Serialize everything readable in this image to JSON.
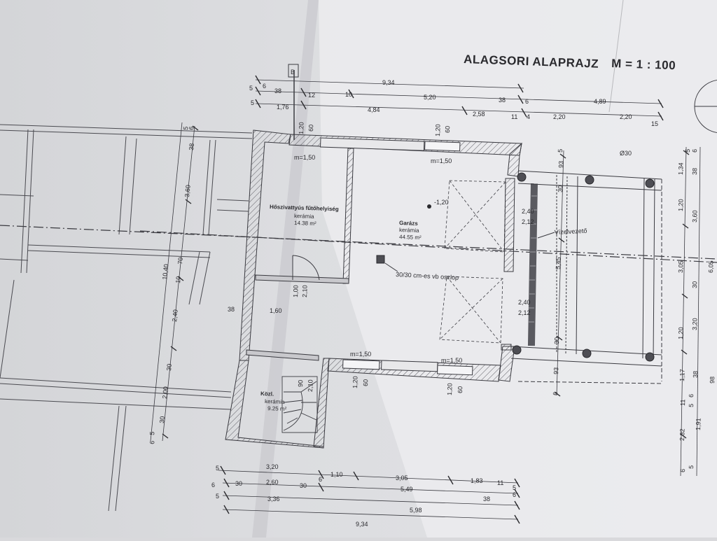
{
  "title": "ALAGSORI ALAPRAJZ",
  "scale": "M = 1 : 100",
  "section_mark": "B",
  "north_mark": "",
  "rooms": [
    {
      "name": "Hőszivattyús fűtőhelyiség",
      "floor": "kerámia",
      "area": "14.38 m²"
    },
    {
      "name": "Garázs",
      "floor": "kerámia",
      "area": "44.55 m²"
    },
    {
      "name": "Közl.",
      "floor": "kerámia",
      "area": "9.25 m²"
    }
  ],
  "annotations": {
    "level": "-1,20",
    "pillar": "30/30 cm-es vb oszlop",
    "gutter": "Vízelvezető",
    "col_dia": "Ø30",
    "m150_a": "m=1,50",
    "m150_b": "m=1,50",
    "m150_c": "m=1,50",
    "m150_d": "m=1,50",
    "door_a": "2,40",
    "door_a2": "2,12",
    "door_b": "2,40",
    "door_b2": "2,12",
    "d100": "1,00",
    "d210": "2,10",
    "d160": "1,60",
    "d38": "38",
    "d90": "90",
    "d210b": "2,10"
  },
  "dims_top": {
    "row1": [
      "9,34"
    ],
    "row2": [
      "5",
      "6",
      "38",
      "12",
      "10",
      "5,20",
      "38",
      "6",
      "4,89"
    ],
    "row3": [
      "5",
      "1,76",
      "4,84",
      "2,58",
      "11",
      "4",
      "2,20",
      "2,20",
      "15"
    ],
    "win1": [
      "1,20",
      "60"
    ],
    "win2": [
      "1,20",
      "60"
    ]
  },
  "dims_bottom": {
    "row1": [
      "5",
      "3,20",
      "1,10",
      "3,05",
      "1,83",
      "11"
    ],
    "row2": [
      "6",
      "30",
      "2,60",
      "30",
      "6",
      "5,49",
      "5",
      "6"
    ],
    "row3": [
      "5",
      "3,36",
      "5,98",
      "38"
    ],
    "row4": [
      "9,34"
    ],
    "win1": [
      "1,20",
      "60"
    ],
    "win2": [
      "1,20",
      "60"
    ]
  },
  "dims_left": [
    "5",
    "6",
    "38",
    "3,60",
    "10,40",
    "70",
    "10",
    "2,40",
    "30",
    "2,00",
    "30",
    "5",
    "6"
  ],
  "dims_mid": [
    "93",
    "30",
    "5,45",
    "30",
    "93",
    "6",
    "5"
  ],
  "dims_right": [
    "5",
    "6",
    "1,34",
    "38",
    "1,20",
    "3,60",
    "3,05",
    "30",
    "6,05",
    "1,20",
    "3,20",
    "1,17",
    "38",
    "6",
    "11",
    "5",
    "2,32",
    "1,91",
    "98",
    "6",
    "5"
  ]
}
